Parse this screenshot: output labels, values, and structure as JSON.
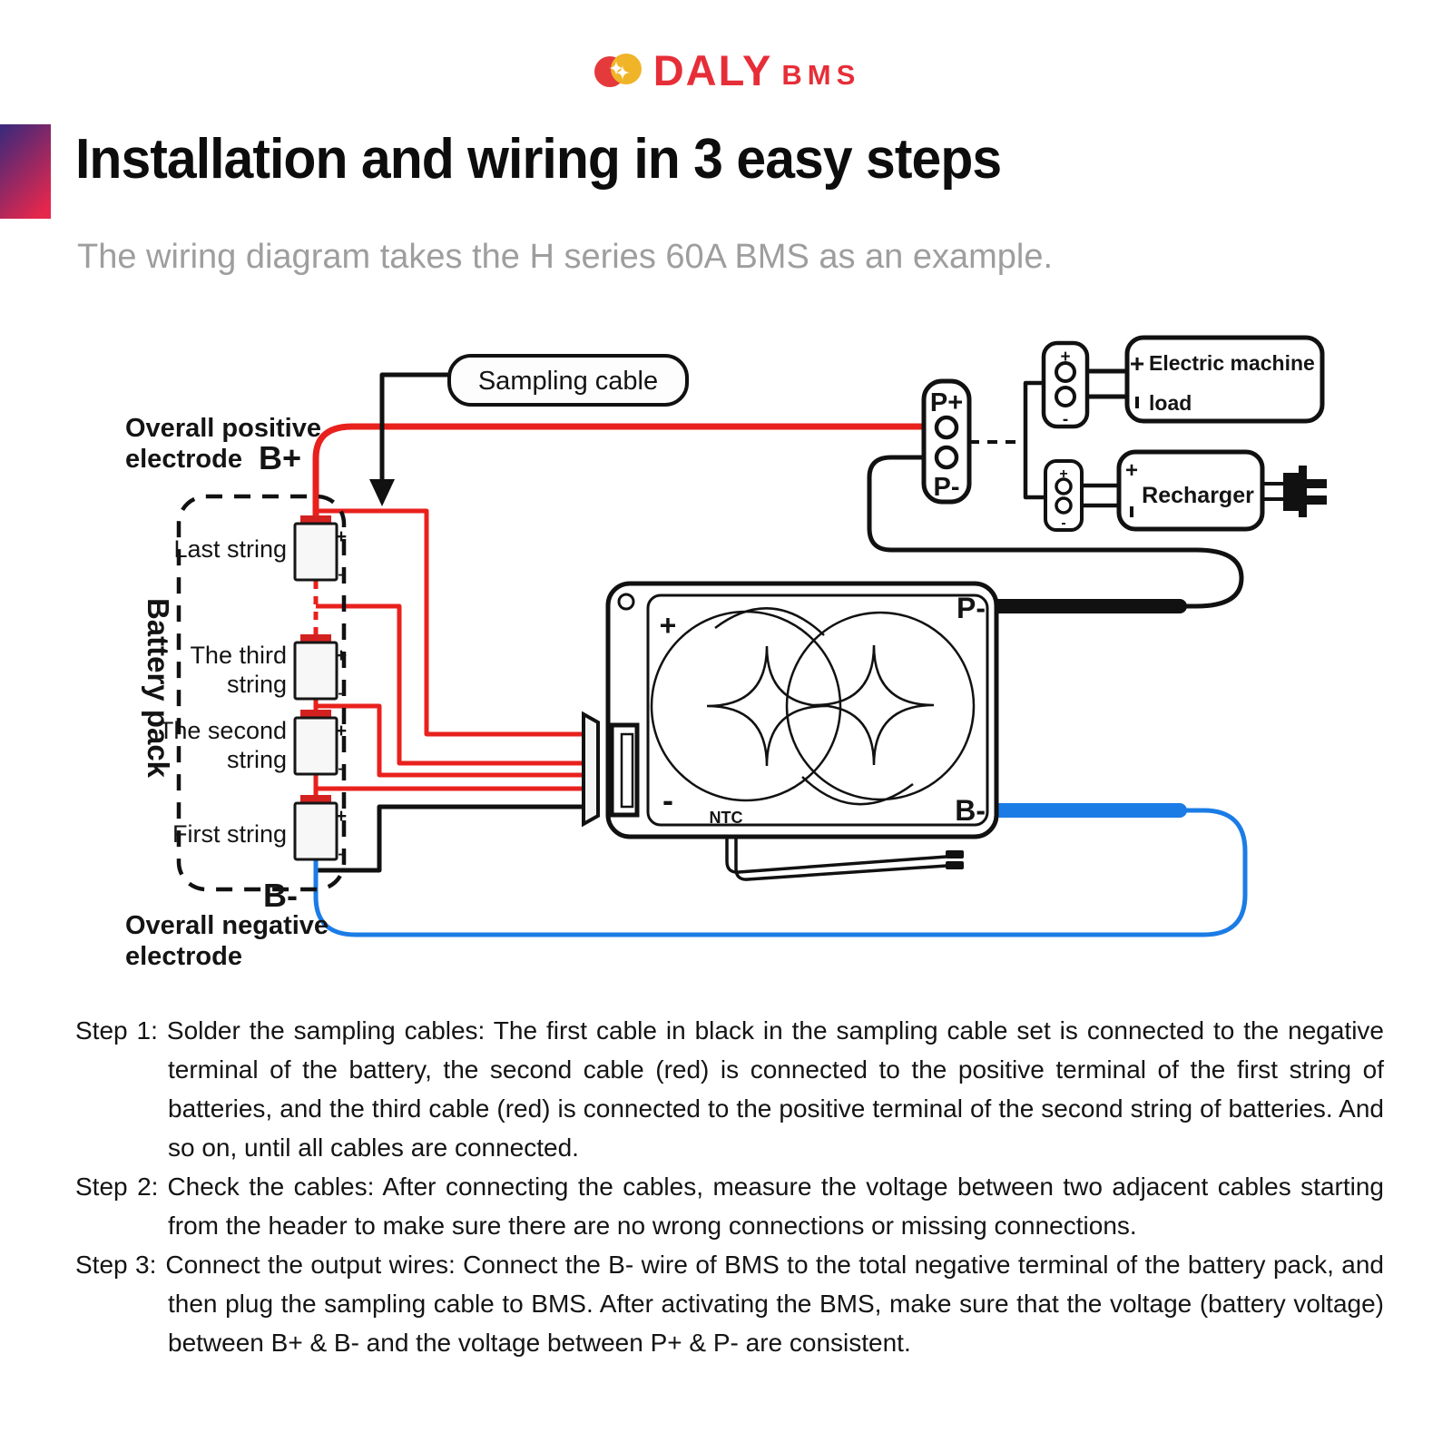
{
  "brand": {
    "name": "DALY",
    "suffix": "BMS"
  },
  "title": "Installation and wiring in 3 easy steps",
  "subtitle": "The wiring diagram takes the H series 60A BMS as an example.",
  "diagram": {
    "sampling_cable": "Sampling cable",
    "positive": {
      "line1": "Overall positive",
      "line2": "electrode",
      "terminal": "B+"
    },
    "negative": {
      "terminal": "B-",
      "line1": "Overall negative",
      "line2": "electrode"
    },
    "battery_pack": "Battery pack",
    "cells": [
      {
        "line1": "Last string",
        "line2": ""
      },
      {
        "line1": "The third",
        "line2": "string"
      },
      {
        "line1": "The second",
        "line2": "string"
      },
      {
        "line1": "First string",
        "line2": ""
      }
    ],
    "cell_plus": "+",
    "cell_minus": "-",
    "bms": {
      "plus": "+",
      "minus": "-",
      "ntc": "NTC",
      "p_out": "P-",
      "b_out": "B-"
    },
    "p_connector": {
      "plus": "P+",
      "minus": "P-"
    },
    "branch_connector": {
      "plus": "+",
      "minus": "-"
    },
    "load": {
      "plus": "+",
      "minus": "-",
      "line1": "Electric machine",
      "line2": "load"
    },
    "recharger": {
      "plus": "+",
      "minus": "-",
      "label": "Recharger"
    },
    "colors": {
      "wire_red": "#e8211d",
      "wire_blue": "#1b7ce6",
      "wire_black": "#111111"
    }
  },
  "steps": [
    {
      "label": "Step 1:",
      "text": "Solder the sampling cables: The first cable in black in the sampling cable set is connected to the negative terminal of the battery, the second cable (red) is connected to the positive terminal of the first string of batteries, and the third cable (red) is connected to the positive terminal of the second string of batteries. And so on, until all cables are connected."
    },
    {
      "label": "Step 2:",
      "text": "Check the cables: After connecting the cables, measure the voltage between two adjacent cables starting from the header to make sure there are no wrong connections or missing connections."
    },
    {
      "label": "Step 3:",
      "text": "Connect the output wires: Connect the B- wire of BMS to the total negative terminal of the battery pack, and then plug the sampling cable to BMS. After activating the BMS, make sure that the voltage (battery voltage) between B+ & B- and the voltage between P+ & P- are consistent."
    }
  ],
  "theme": {
    "brand_red": "#e62e38",
    "logo_gold": "#f0b428",
    "title_bar_top": "#40297a",
    "title_bar_bottom": "#e5274d",
    "subtitle_gray": "#9e9e9e"
  }
}
